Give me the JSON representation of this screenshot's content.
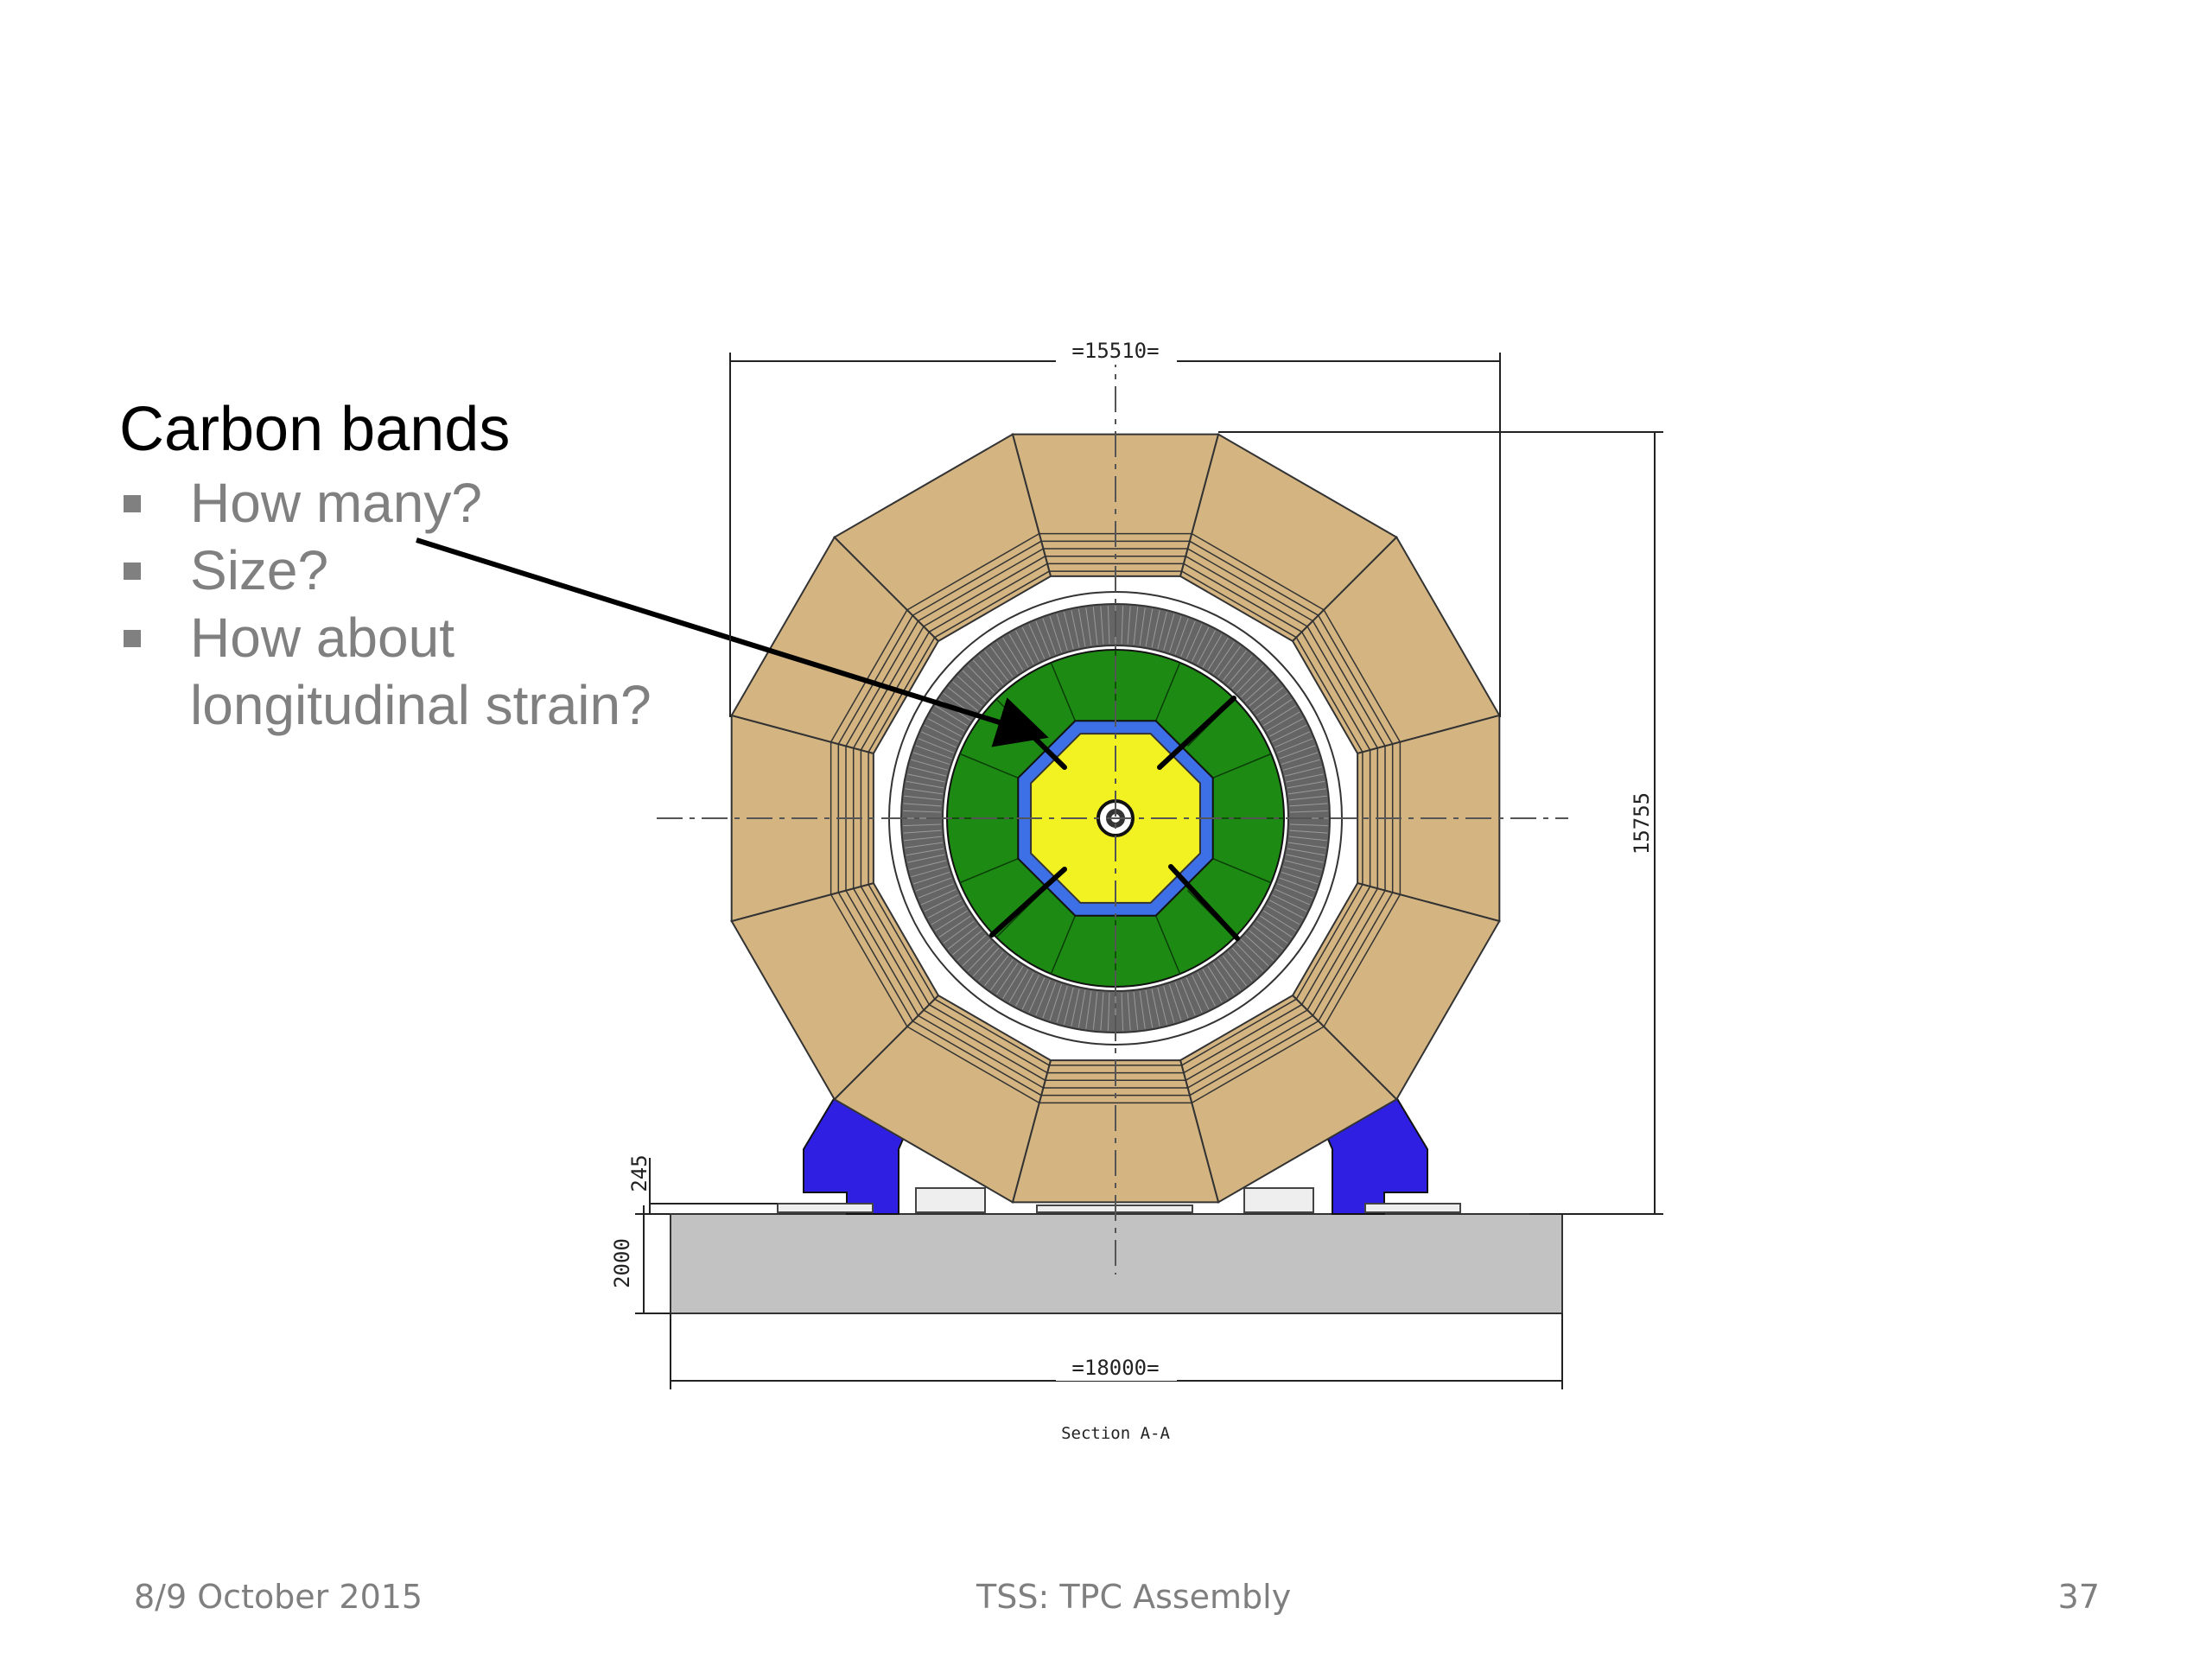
{
  "slide": {
    "callout": {
      "title": "Carbon bands",
      "bullets": [
        "How many?",
        "Size?",
        "How about",
        "longitudinal strain?"
      ]
    },
    "footer": {
      "date": "8/9 October 2015",
      "title": "TSS: TPC Assembly",
      "page": "37"
    }
  },
  "drawing": {
    "dimensions": {
      "top_width": "=15510=",
      "height": "15755",
      "plinth_offset": "245",
      "plinth_height": "2000",
      "base_width": "=18000="
    },
    "section_label": "Section A-A",
    "colors": {
      "yoke": "#d4b582",
      "ring": "#656565",
      "calorimeter": "#1c8a13",
      "vessel": "#3d6fe6",
      "core": "#f2f222",
      "feet": "#2e1fe3",
      "base": "#c2c2c2"
    }
  }
}
